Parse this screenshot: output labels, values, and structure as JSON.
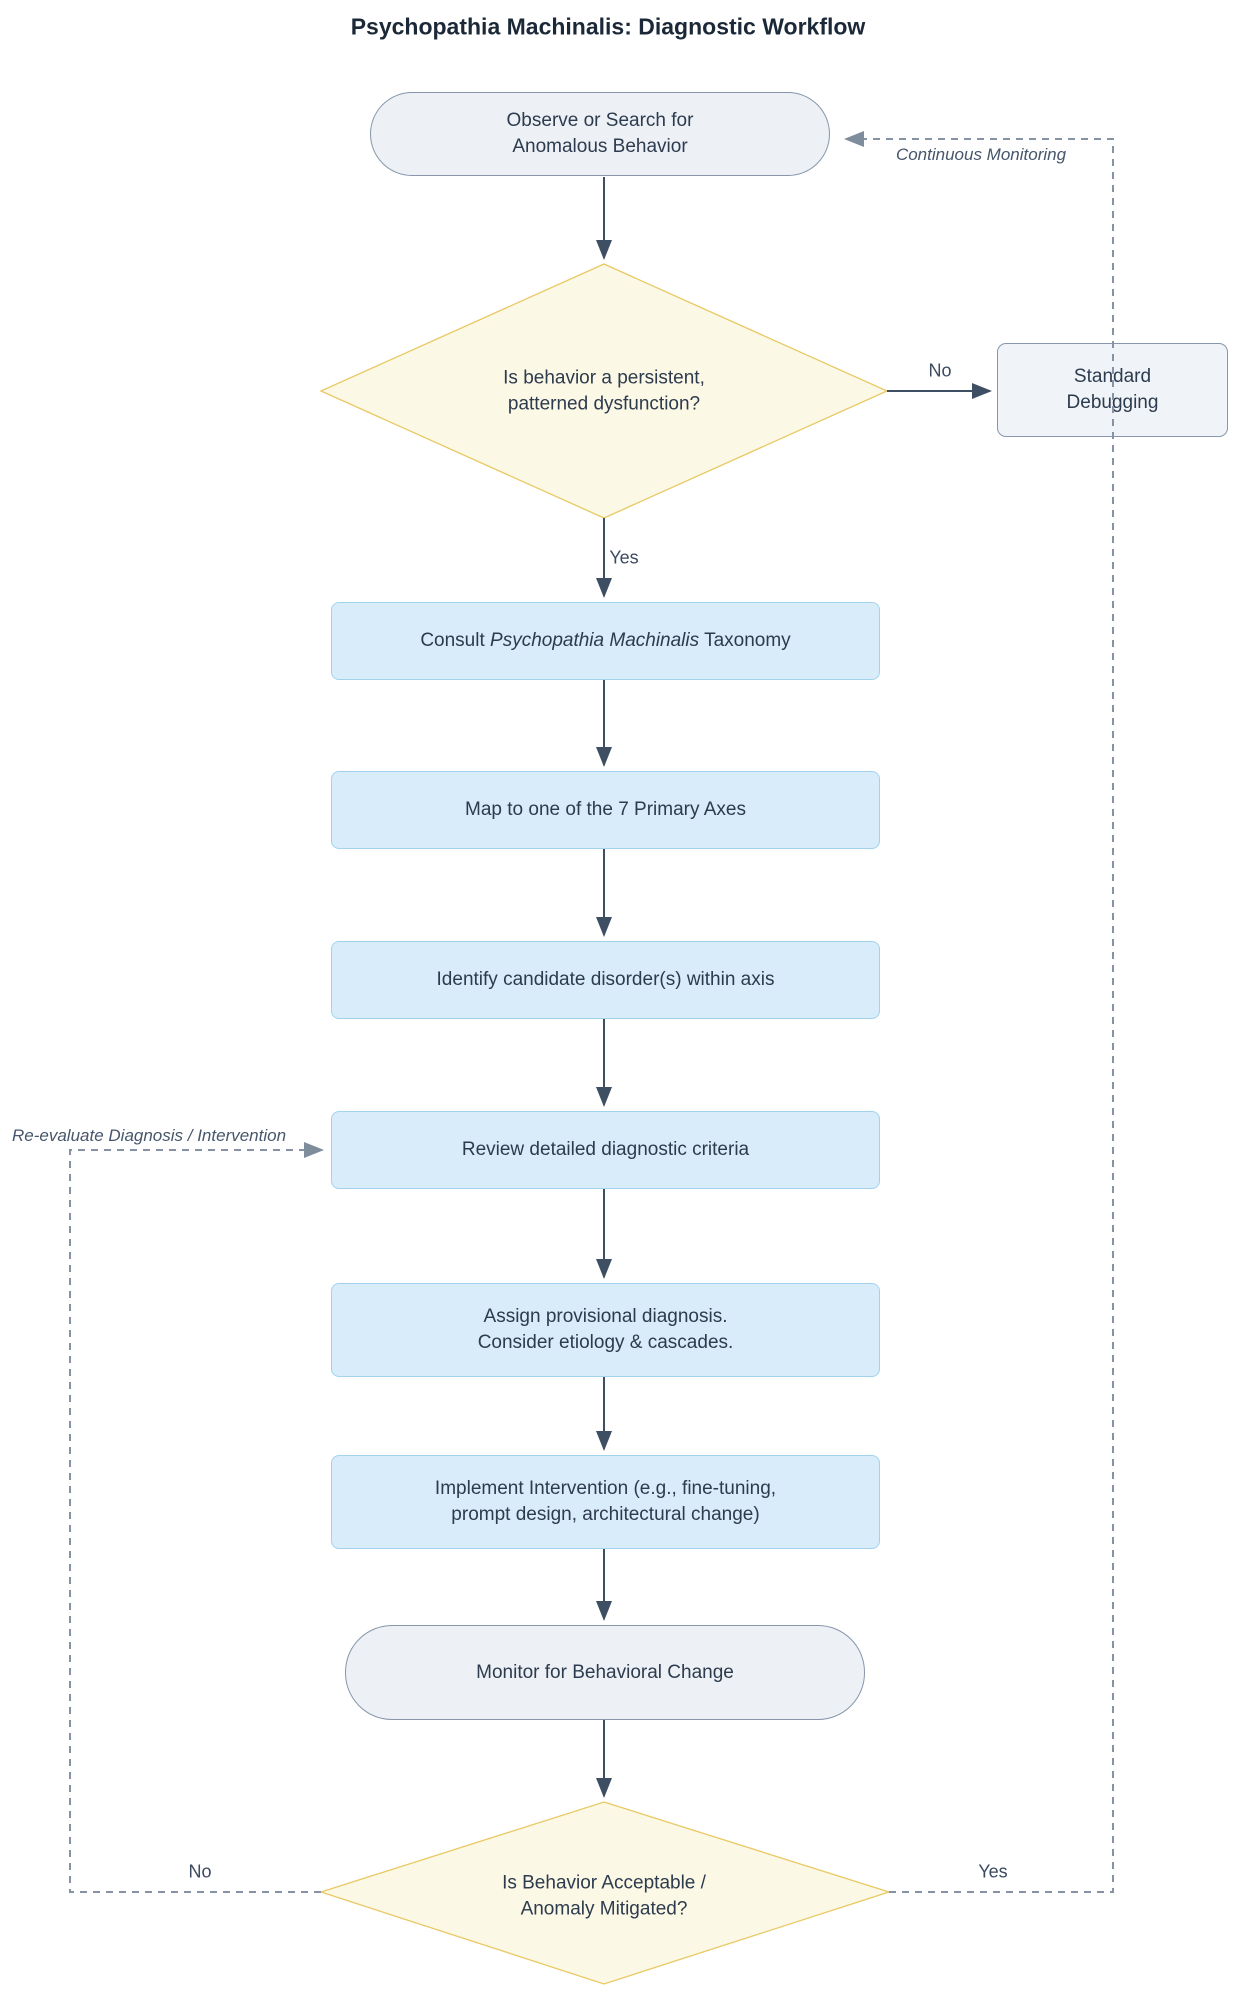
{
  "title": "Psychopathia Machinalis: Diagnostic Workflow",
  "nodes": {
    "observe": {
      "label": "Observe or Search for\nAnomalous Behavior"
    },
    "persistent_decision": {
      "label": "Is behavior a persistent,\npatterned dysfunction?"
    },
    "standard_debugging": {
      "label": "Standard\nDebugging"
    },
    "consult": {
      "prefix": "Consult ",
      "italic": "Psychopathia Machinalis",
      "suffix": " Taxonomy"
    },
    "map_axes": {
      "label": "Map to one of the 7 Primary Axes"
    },
    "identify": {
      "label": "Identify candidate disorder(s) within axis"
    },
    "review": {
      "label": "Review detailed diagnostic criteria"
    },
    "assign": {
      "label": "Assign provisional diagnosis.\nConsider etiology & cascades."
    },
    "implement": {
      "label": "Implement Intervention (e.g., fine-tuning,\nprompt design, architectural change)"
    },
    "monitor": {
      "label": "Monitor for Behavioral Change"
    },
    "acceptable_decision": {
      "label": "Is Behavior Acceptable /\nAnomaly Mitigated?"
    }
  },
  "edge_labels": {
    "no_top": "No",
    "yes_top": "Yes",
    "no_bottom": "No",
    "yes_bottom": "Yes",
    "continuous_monitoring": "Continuous Monitoring",
    "reevaluate": "Re-evaluate Diagnosis / Intervention"
  },
  "colors": {
    "decision_fill": "#fcf8e6",
    "decision_border": "#e8c963",
    "process_fill": "#d8edf9",
    "process_border": "#a3d2ed",
    "terminal_fill": "#edf1f6",
    "terminal_border": "#8796ab",
    "arrow": "#3e4f63",
    "dashed_arrow": "#7e8c9c",
    "title_text": "#1b2838",
    "node_text": "#2d3b4e"
  }
}
